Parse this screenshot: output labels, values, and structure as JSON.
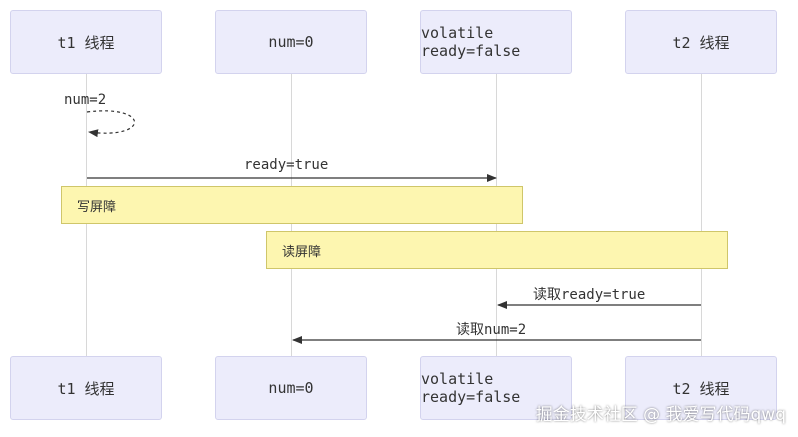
{
  "participants": [
    {
      "label": "t1 线程"
    },
    {
      "label": "num=0"
    },
    {
      "label": "volatile ready=false"
    },
    {
      "label": "t2 线程"
    }
  ],
  "messages": [
    {
      "label": "num=2"
    },
    {
      "label": "ready=true"
    },
    {
      "label": "读取ready=true"
    },
    {
      "label": "读取num=2"
    }
  ],
  "notes": [
    {
      "label": "写屏障"
    },
    {
      "label": "读屏障"
    }
  ],
  "watermark": "掘金技术社区 @ 我爱写代码qwq"
}
